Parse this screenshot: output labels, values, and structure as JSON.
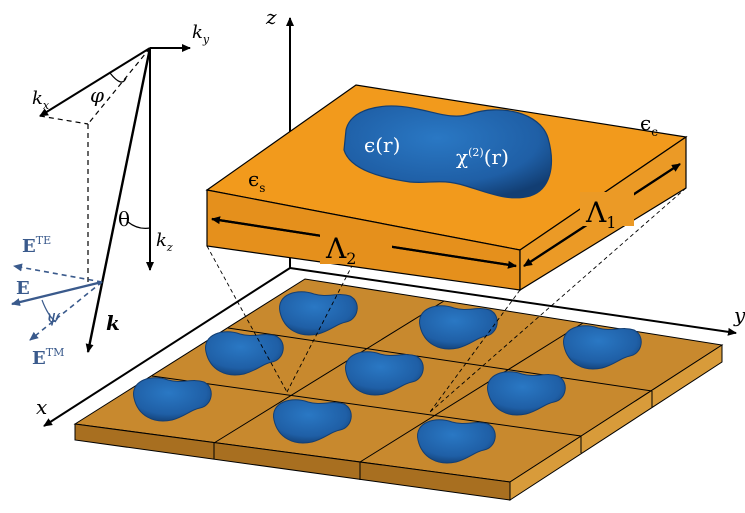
{
  "axes": {
    "z": "z",
    "x": "x",
    "y": "y"
  },
  "wavevector": {
    "kx": "k",
    "kx_sub": "x",
    "ky": "k",
    "ky_sub": "y",
    "kz": "k",
    "kz_sub": "z",
    "k": "k",
    "phi": "φ",
    "theta": "θ",
    "psi": "ψ"
  },
  "fields": {
    "E": "E",
    "ETE": "E",
    "ETE_sup": "TE",
    "ETM": "E",
    "ETM_sup": "TM"
  },
  "unit_cell": {
    "eps_r": "ϵ(r)",
    "chi2_prefix": "χ",
    "chi2_sup": "(2)",
    "chi2_suffix": "(r)",
    "eps_s": "ϵ",
    "eps_s_sub": "s",
    "eps_c": "ϵ",
    "eps_c_sub": "c",
    "lambda1": "Λ",
    "lambda1_sub": "1",
    "lambda2": "Λ",
    "lambda2_sub": "2"
  },
  "colors": {
    "slab_top": "#f29a1c",
    "slab_front": "#e5901c",
    "slab_side": "#e8961e",
    "tile_top": "#c8892e",
    "tile_front": "#a86f20",
    "inclusion": "#1f5fa6",
    "inclusion_dark": "#123e73",
    "field_blue": "#3a5a8c"
  }
}
